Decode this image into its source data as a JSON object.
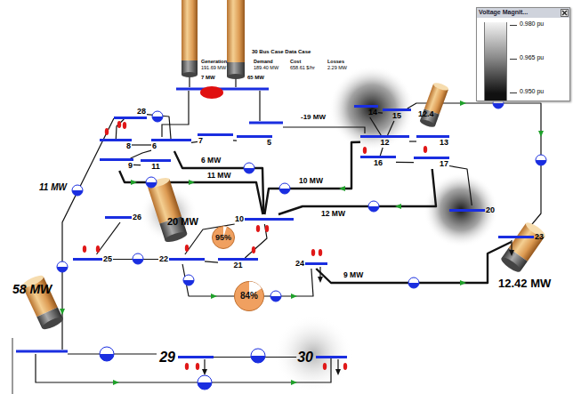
{
  "diagram": {
    "title": "30 Bus Case Data Case",
    "nodes": [
      {
        "text": [
          "28"
        ]
      },
      {
        "text": [
          "8"
        ]
      },
      {
        "text": [
          "6"
        ]
      },
      {
        "text": [
          "7"
        ]
      },
      {
        "text": [
          "5"
        ]
      },
      {
        "text": [
          "9"
        ]
      },
      {
        "text": [
          "11"
        ]
      },
      {
        "text": [
          "14"
        ]
      },
      {
        "text": [
          "15"
        ]
      },
      {
        "text": [
          "12"
        ]
      },
      {
        "text": [
          "13"
        ]
      },
      {
        "text": [
          "16"
        ]
      },
      {
        "text": [
          "17"
        ]
      },
      {
        "text": [
          "10"
        ]
      },
      {
        "text": [
          "20"
        ]
      },
      {
        "text": [
          "26"
        ]
      },
      {
        "text": [
          "95%"
        ]
      },
      {
        "text": [
          "25"
        ]
      },
      {
        "text": [
          "22"
        ]
      },
      {
        "text": [
          "21"
        ]
      },
      {
        "text": [
          "24"
        ]
      },
      {
        "text": [
          "23"
        ]
      },
      {
        "text": [
          "84%"
        ]
      },
      {
        "text": [
          "29"
        ]
      },
      {
        "text": [
          "30"
        ]
      }
    ],
    "edges": [
      {
        "from": 0,
        "to": 1,
        "arrow": "none"
      },
      {
        "from": 1,
        "to": 2,
        "arrow": "none"
      },
      {
        "from": 0,
        "to": 2,
        "arrow": "none"
      },
      {
        "from": 2,
        "to": 3,
        "arrow": "none"
      },
      {
        "from": 3,
        "to": 4,
        "arrow": "none"
      },
      {
        "from": 2,
        "to": 5,
        "arrow": "none"
      },
      {
        "from": 5,
        "to": 6,
        "arrow": "none"
      },
      {
        "from": 2,
        "to": 13,
        "label": "6 MW",
        "arrow": "none"
      },
      {
        "from": 5,
        "to": 13,
        "label": "11 MW",
        "arrow": "none"
      },
      {
        "from": 9,
        "to": 7,
        "arrow": "none"
      },
      {
        "from": 9,
        "to": 8,
        "arrow": "none"
      },
      {
        "from": 7,
        "to": 8,
        "arrow": "none"
      },
      {
        "from": 9,
        "to": 10,
        "arrow": "none"
      },
      {
        "from": 9,
        "to": 11,
        "arrow": "none"
      },
      {
        "from": 11,
        "to": 12,
        "arrow": "none"
      },
      {
        "from": 9,
        "to": 13,
        "label": "10 MW",
        "arrow": "none"
      },
      {
        "from": 12,
        "to": 13,
        "label": "12 MW",
        "arrow": "none"
      },
      {
        "from": 12,
        "to": 14,
        "arrow": "none"
      },
      {
        "from": 8,
        "to": 21,
        "arrow": "none"
      },
      {
        "from": 13,
        "to": 19,
        "arrow": "none"
      },
      {
        "from": 13,
        "to": 18,
        "arrow": "none"
      },
      {
        "from": 18,
        "to": 19,
        "arrow": "none"
      },
      {
        "from": 18,
        "to": 20,
        "arrow": "none"
      },
      {
        "from": 20,
        "to": 21,
        "label": "9 MW",
        "arrow": "none"
      },
      {
        "from": 17,
        "to": 15,
        "arrow": "none"
      },
      {
        "from": 17,
        "to": 18,
        "arrow": "none"
      },
      {
        "from": 23,
        "to": 24,
        "arrow": "none"
      }
    ],
    "labels": [
      "Generation",
      "191.69 MW",
      "Demand",
      "189.40 MW",
      "Cost",
      "658.61 $/hr",
      "Losses",
      "2.29 MW",
      "7 MW",
      "65 MW",
      "-19 MW",
      "12.4",
      "11 MW",
      "20 MW",
      "58 MW",
      "12.42 MW",
      "Voltage Magnit..."
    ],
    "legend": [
      {
        "text": "0.980 pu",
        "color": "#f4f4f4"
      },
      {
        "text": "0.965 pu",
        "color": "#8a8a8a"
      },
      {
        "text": "0.950 pu",
        "color": "#111111"
      }
    ]
  }
}
